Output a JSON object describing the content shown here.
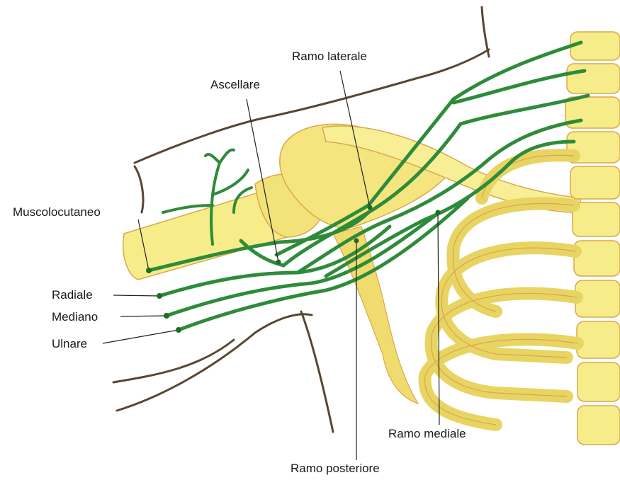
{
  "labels": {
    "ramo_laterale": "Ramo laterale",
    "ascellare": "Ascellare",
    "muscolocutaneo": "Muscolocutaneo",
    "radiale": "Radiale",
    "mediano": "Mediano",
    "ulnare": "Ulnare",
    "ramo_mediale": "Ramo mediale",
    "ramo_posteriore": "Ramo posteriore"
  },
  "colors": {
    "bone": "#f6ec8a",
    "bone_dark": "#e8d463",
    "bone_shadow": "#d9a84a",
    "nerve": "#2e8b3a",
    "nerve_dark": "#1f6a2a",
    "skin_outline": "#5a4630",
    "leader": "#222222"
  }
}
